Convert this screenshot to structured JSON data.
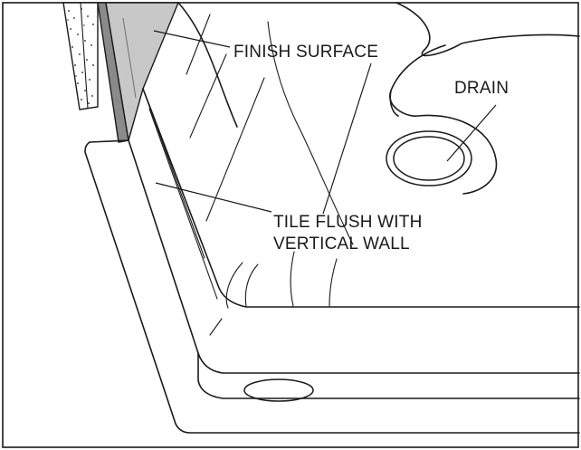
{
  "figure": {
    "subject": "shower pan corner with tile flush to vertical wall",
    "labels": {
      "finish_surface": "FINISH SURFACE",
      "drain": "DRAIN",
      "tile_flush_line1": "TILE FLUSH WITH",
      "tile_flush_line2": "VERTICAL WALL"
    },
    "colors": {
      "line": "#1a1a1a",
      "finish_surface_fill": "#c8c8c8",
      "tile_edge_fill": "#8a8a8a",
      "background": "#ffffff"
    }
  }
}
